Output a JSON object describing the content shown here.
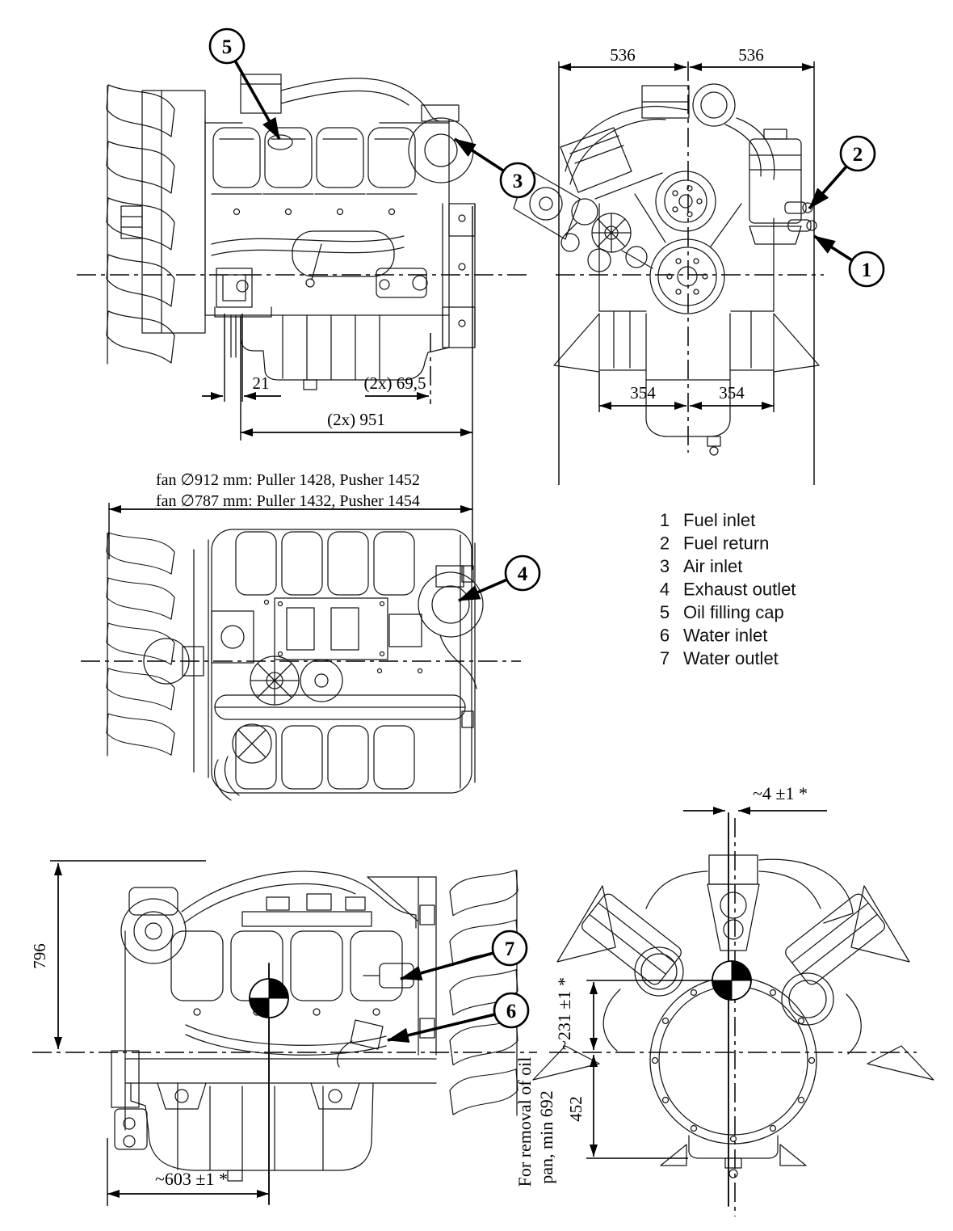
{
  "drawing": {
    "kind": "V8 diesel engine installation drawing, five orthographic views with dimensions",
    "units": "mm"
  },
  "dims": {
    "d21": "21",
    "d69_5": "(2x) 69,5",
    "d951": "(2x) 951",
    "d536_l": "536",
    "d536_r": "536",
    "d354_l": "354",
    "d354_r": "354",
    "d796": "796",
    "d603": "~603 ±1 *",
    "d4": "~4 ±1 *",
    "d231": "~231 ±1 *",
    "d452": "452"
  },
  "notes": {
    "fan_912": "fan ∅912 mm: Puller 1428, Pusher 1452",
    "fan_787": "fan ∅787 mm: Puller 1432, Pusher 1454",
    "oil_pan_1": "For removal of oil",
    "oil_pan_2": "pan, min 692"
  },
  "callouts": {
    "c1": "1",
    "c2": "2",
    "c3": "3",
    "c4": "4",
    "c5": "5",
    "c6": "6",
    "c7": "7"
  },
  "legend": {
    "items": [
      {
        "num": "1",
        "label": "Fuel inlet"
      },
      {
        "num": "2",
        "label": "Fuel return"
      },
      {
        "num": "3",
        "label": "Air inlet"
      },
      {
        "num": "4",
        "label": "Exhaust outlet"
      },
      {
        "num": "5",
        "label": "Oil filling cap"
      },
      {
        "num": "6",
        "label": "Water inlet"
      },
      {
        "num": "7",
        "label": "Water outlet"
      }
    ]
  }
}
